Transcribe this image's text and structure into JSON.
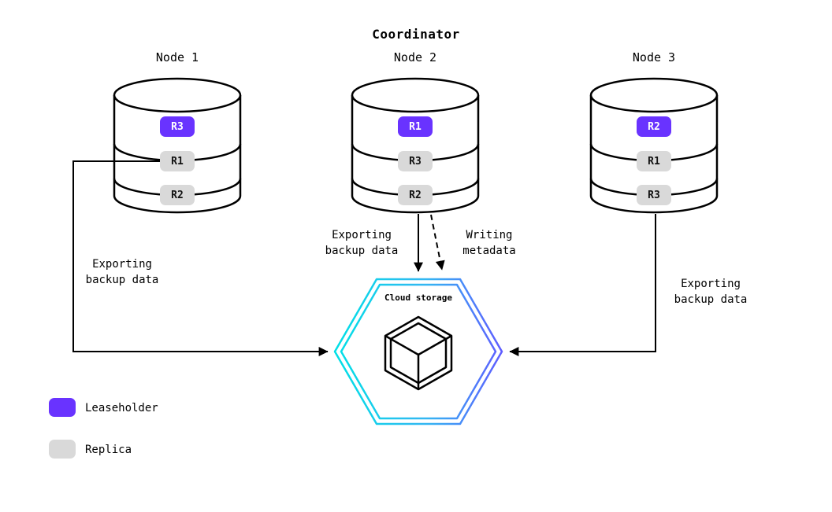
{
  "title": "Coordinator",
  "nodes": [
    {
      "label": "Node 1",
      "replicas": [
        {
          "id": "R3",
          "type": "leaseholder"
        },
        {
          "id": "R1",
          "type": "replica"
        },
        {
          "id": "R2",
          "type": "replica"
        }
      ]
    },
    {
      "label": "Node 2",
      "replicas": [
        {
          "id": "R1",
          "type": "leaseholder"
        },
        {
          "id": "R3",
          "type": "replica"
        },
        {
          "id": "R2",
          "type": "replica"
        }
      ]
    },
    {
      "label": "Node 3",
      "replicas": [
        {
          "id": "R2",
          "type": "leaseholder"
        },
        {
          "id": "R1",
          "type": "replica"
        },
        {
          "id": "R3",
          "type": "replica"
        }
      ]
    }
  ],
  "cloud_storage": {
    "label": "Cloud storage"
  },
  "edge_labels": {
    "node1_export": "Exporting\nbackup data",
    "node2_export": "Exporting\nbackup data",
    "node2_metadata": "Writing\nmetadata",
    "node3_export": "Exporting\nbackup data"
  },
  "legend": [
    {
      "label": "Leaseholder",
      "type": "leaseholder"
    },
    {
      "label": "Replica",
      "type": "replica"
    }
  ],
  "colors": {
    "leaseholder": "#6933ff",
    "replica": "#d9d9d9",
    "hexagon_gradient_start": "#00e0e6",
    "hexagon_gradient_end": "#5f5cff",
    "line": "#000000"
  }
}
